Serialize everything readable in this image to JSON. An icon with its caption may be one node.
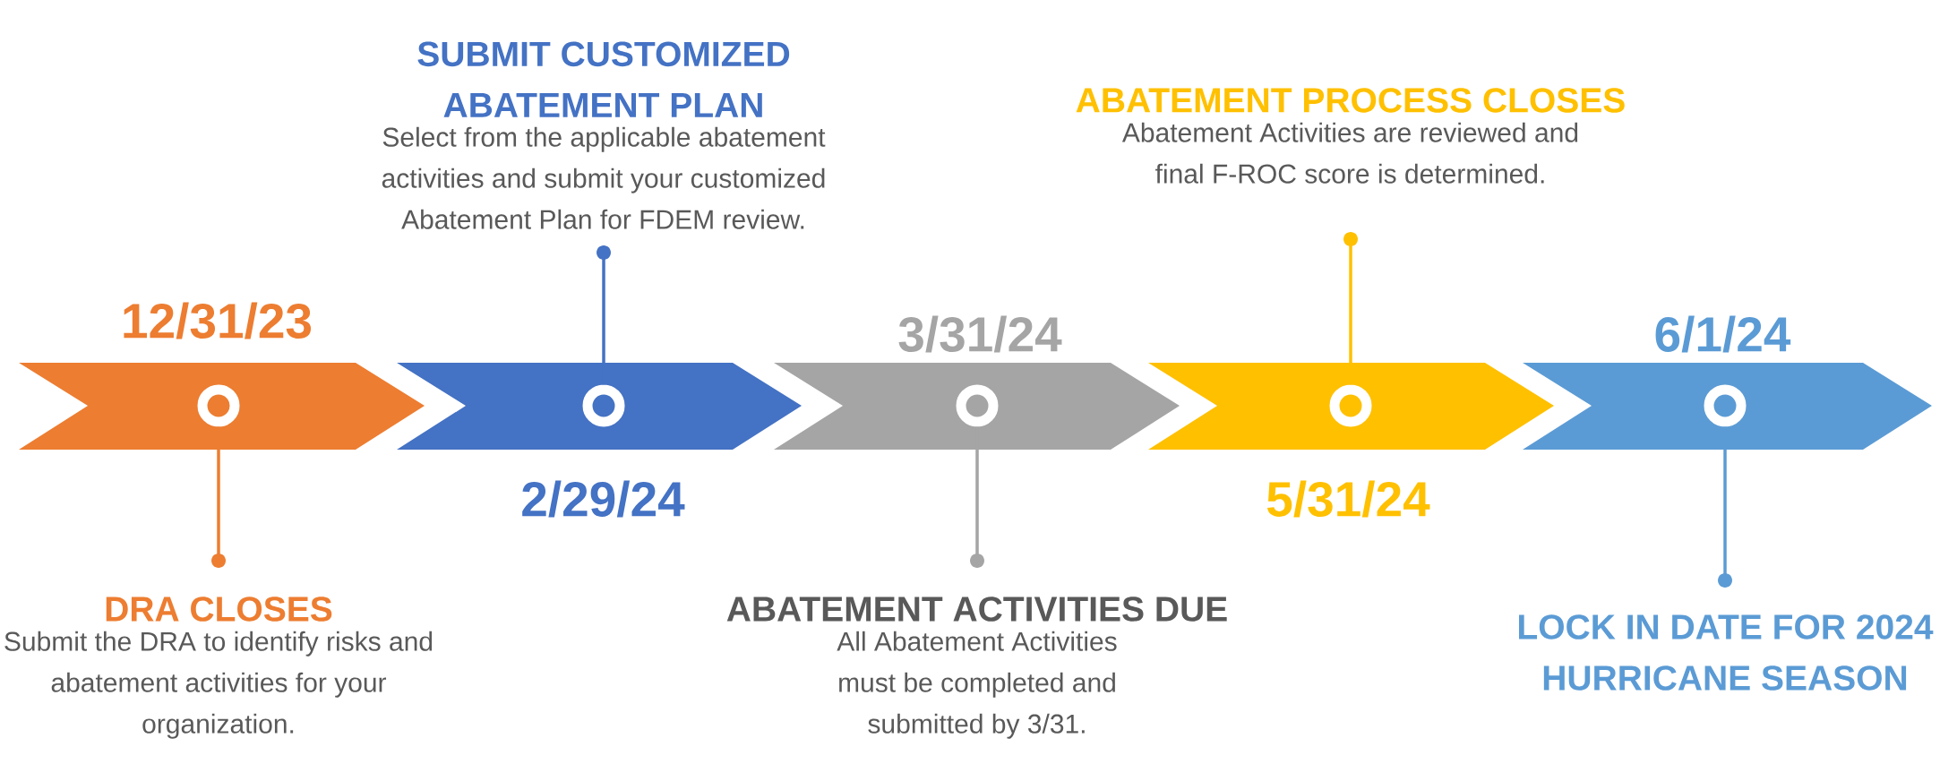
{
  "diagram": {
    "nodes": [
      {
        "text": [],
        "shape": "chevron",
        "beside": [
          "12/31/23"
        ]
      },
      {
        "text": [],
        "shape": "chevron",
        "beside": [
          "2/29/24"
        ]
      },
      {
        "text": [],
        "shape": "chevron",
        "beside": [
          "3/31/24"
        ]
      },
      {
        "text": [],
        "shape": "chevron",
        "beside": [
          "5/31/24"
        ]
      },
      {
        "text": [],
        "shape": "chevron",
        "beside": [
          "6/1/24"
        ]
      },
      {
        "text": [],
        "shape": "circle",
        "in": 0
      },
      {
        "text": [],
        "shape": "circle",
        "in": 1
      },
      {
        "text": [],
        "shape": "circle",
        "in": 2
      },
      {
        "text": [],
        "shape": "circle",
        "in": 3
      },
      {
        "text": [],
        "shape": "circle",
        "in": 4
      },
      {
        "text": [
          "DRA CLOSES",
          "Submit the DRA to identify risks and abatement activities for your organization."
        ]
      },
      {
        "text": [
          "SUBMIT CUSTOMIZED ABATEMENT PLAN",
          "Select from the applicable abatement activities and submit your customized Abatement Plan for FDEM review."
        ]
      },
      {
        "text": [
          "ABATEMENT ACTIVITIES DUE",
          "All Abatement Activities must be completed and submitted by 3/31."
        ]
      },
      {
        "text": [
          "ABATEMENT PROCESS CLOSES",
          "Abatement Activities are reviewed and final F-ROC score is determined."
        ]
      },
      {
        "text": [
          "LOCK IN DATE FOR 2024 HURRICANE SEASON"
        ]
      }
    ],
    "edges": [
      {
        "from": 5,
        "to": 10,
        "arrow": "other",
        "color": "#ed7d31"
      },
      {
        "from": 6,
        "to": 11,
        "arrow": "other",
        "color": "#4472c4"
      },
      {
        "from": 7,
        "to": 12,
        "arrow": "other",
        "color": "#a5a5a5"
      },
      {
        "from": 8,
        "to": 13,
        "arrow": "other",
        "color": "#ffc000"
      },
      {
        "from": 9,
        "to": 14,
        "arrow": "other",
        "color": "#5b9bd5"
      }
    ]
  }
}
